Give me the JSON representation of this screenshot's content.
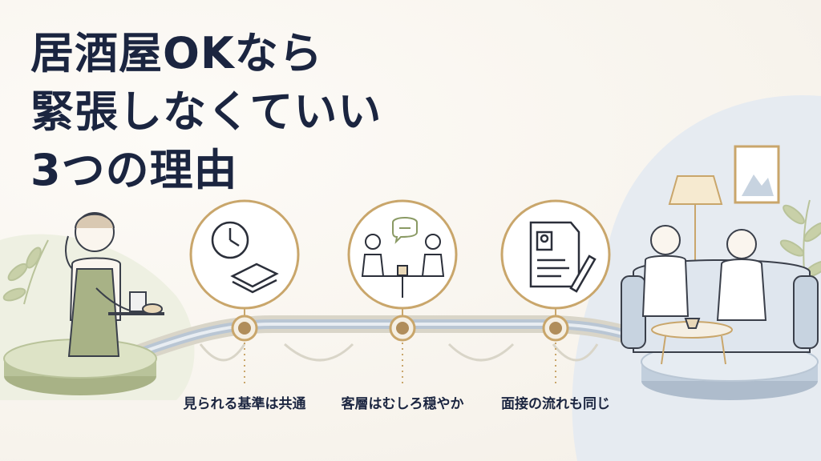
{
  "title": {
    "line1": "居酒屋OKなら",
    "line2": "緊張しなくていい",
    "line3": "3つの理由"
  },
  "steps": [
    {
      "label": "見られる基準は共通",
      "icon": "clock-and-books-icon"
    },
    {
      "label": "客層はむしろ穏やか",
      "icon": "conversation-at-table-icon"
    },
    {
      "label": "面接の流れも同じ",
      "icon": "resume-and-pen-icon"
    }
  ],
  "colors": {
    "navy": "#1b2540",
    "gold": "#c9a66b",
    "sage": "#b9c39a",
    "blue_gray": "#c7d3e0"
  }
}
